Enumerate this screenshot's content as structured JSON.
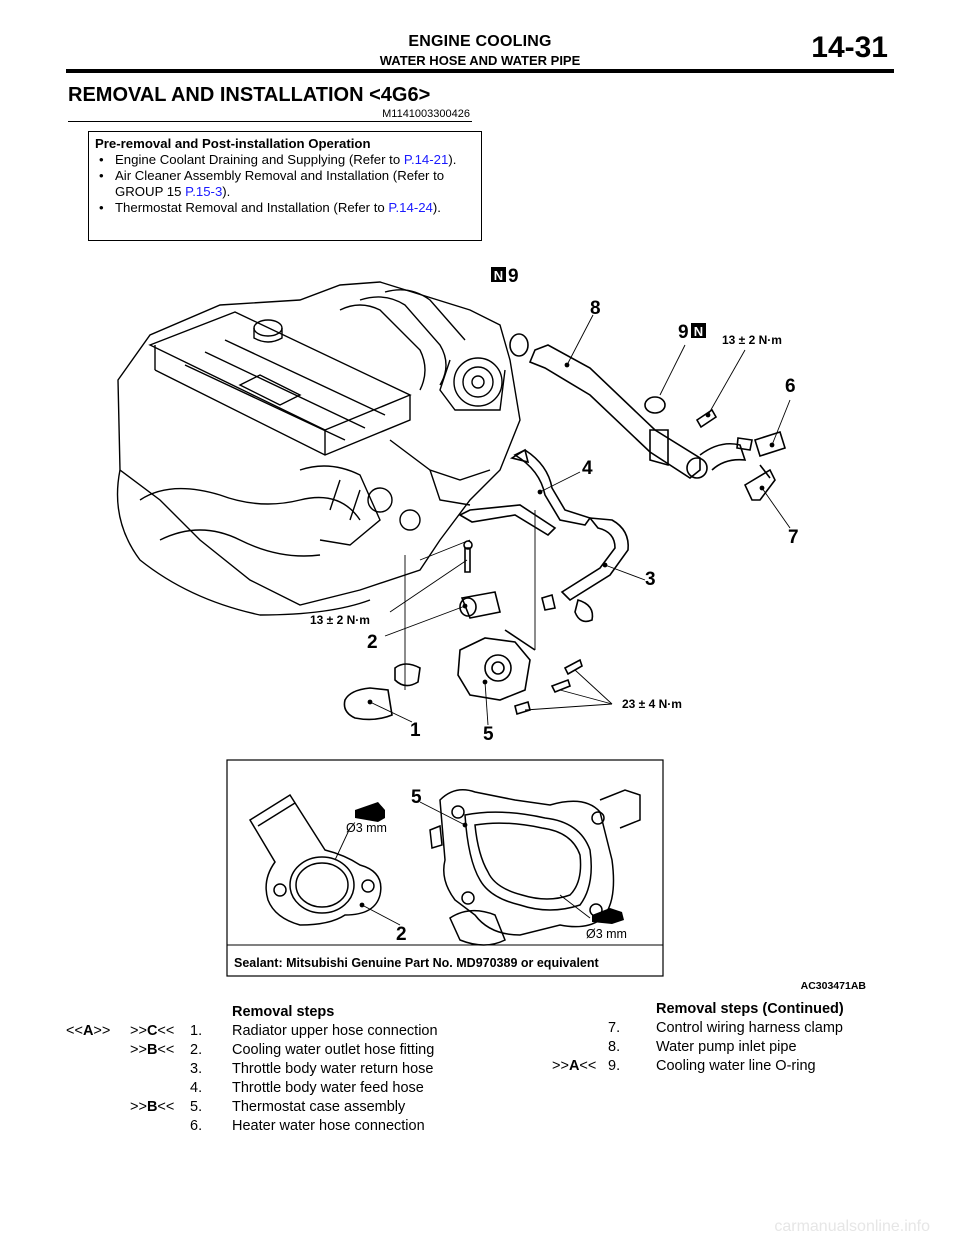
{
  "header": {
    "title": "ENGINE COOLING",
    "subtitle": "WATER HOSE AND WATER PIPE",
    "page_number": "14-31"
  },
  "section": {
    "title": "REMOVAL AND INSTALLATION <4G6>",
    "code": "M1141003300426"
  },
  "pre_removal": {
    "heading": "Pre-removal and Post-installation Operation",
    "items": [
      {
        "text": "Engine Coolant Draining and Supplying (Refer to ",
        "link": "P.14-21",
        "tail": ")."
      },
      {
        "text": "Air Cleaner Assembly Removal and Installation (Refer to GROUP 15 ",
        "link": "P.15-3",
        "tail": ")."
      },
      {
        "text": "Thermostat Removal and Installation (Refer to ",
        "link": "P.14-24",
        "tail": ")."
      }
    ]
  },
  "figure": {
    "callouts": [
      "1",
      "2",
      "3",
      "4",
      "5",
      "6",
      "7",
      "8",
      "9",
      "9"
    ],
    "new_part_badge": "N",
    "torques": [
      "13 ± 2 N·m",
      "13 ± 2 N·m",
      "23 ± 4 N·m"
    ],
    "detail_numbers": [
      "5",
      "2"
    ],
    "bead_sizes": [
      "Ø3 mm",
      "Ø3 mm"
    ],
    "sealant_note": "Sealant: Mitsubishi Genuine Part No. MD970389 or equivalent",
    "figure_code": "AC303471AB"
  },
  "removal_steps": {
    "heading": "Removal steps",
    "rows": [
      {
        "mark1": "<<A>>",
        "mark2": ">>C<<",
        "num": "1.",
        "label": "Radiator upper hose connection"
      },
      {
        "mark1": "",
        "mark2": ">>B<<",
        "num": "2.",
        "label": "Cooling water outlet hose fitting"
      },
      {
        "mark1": "",
        "mark2": "",
        "num": "3.",
        "label": "Throttle body water return hose"
      },
      {
        "mark1": "",
        "mark2": "",
        "num": "4.",
        "label": "Throttle body water feed hose"
      },
      {
        "mark1": "",
        "mark2": ">>B<<",
        "num": "5.",
        "label": "Thermostat case assembly"
      },
      {
        "mark1": "",
        "mark2": "",
        "num": "6.",
        "label": "Heater water hose connection"
      }
    ]
  },
  "removal_steps_continued": {
    "heading": "Removal steps (Continued)",
    "rows": [
      {
        "mark": "",
        "num": "7.",
        "label": "Control wiring harness clamp"
      },
      {
        "mark": "",
        "num": "8.",
        "label": "Water pump inlet pipe"
      },
      {
        "mark": ">>A<<",
        "num": "9.",
        "label": "Cooling water line O-ring"
      }
    ]
  },
  "footer": {
    "watermark": "carmanualsonline.info"
  }
}
